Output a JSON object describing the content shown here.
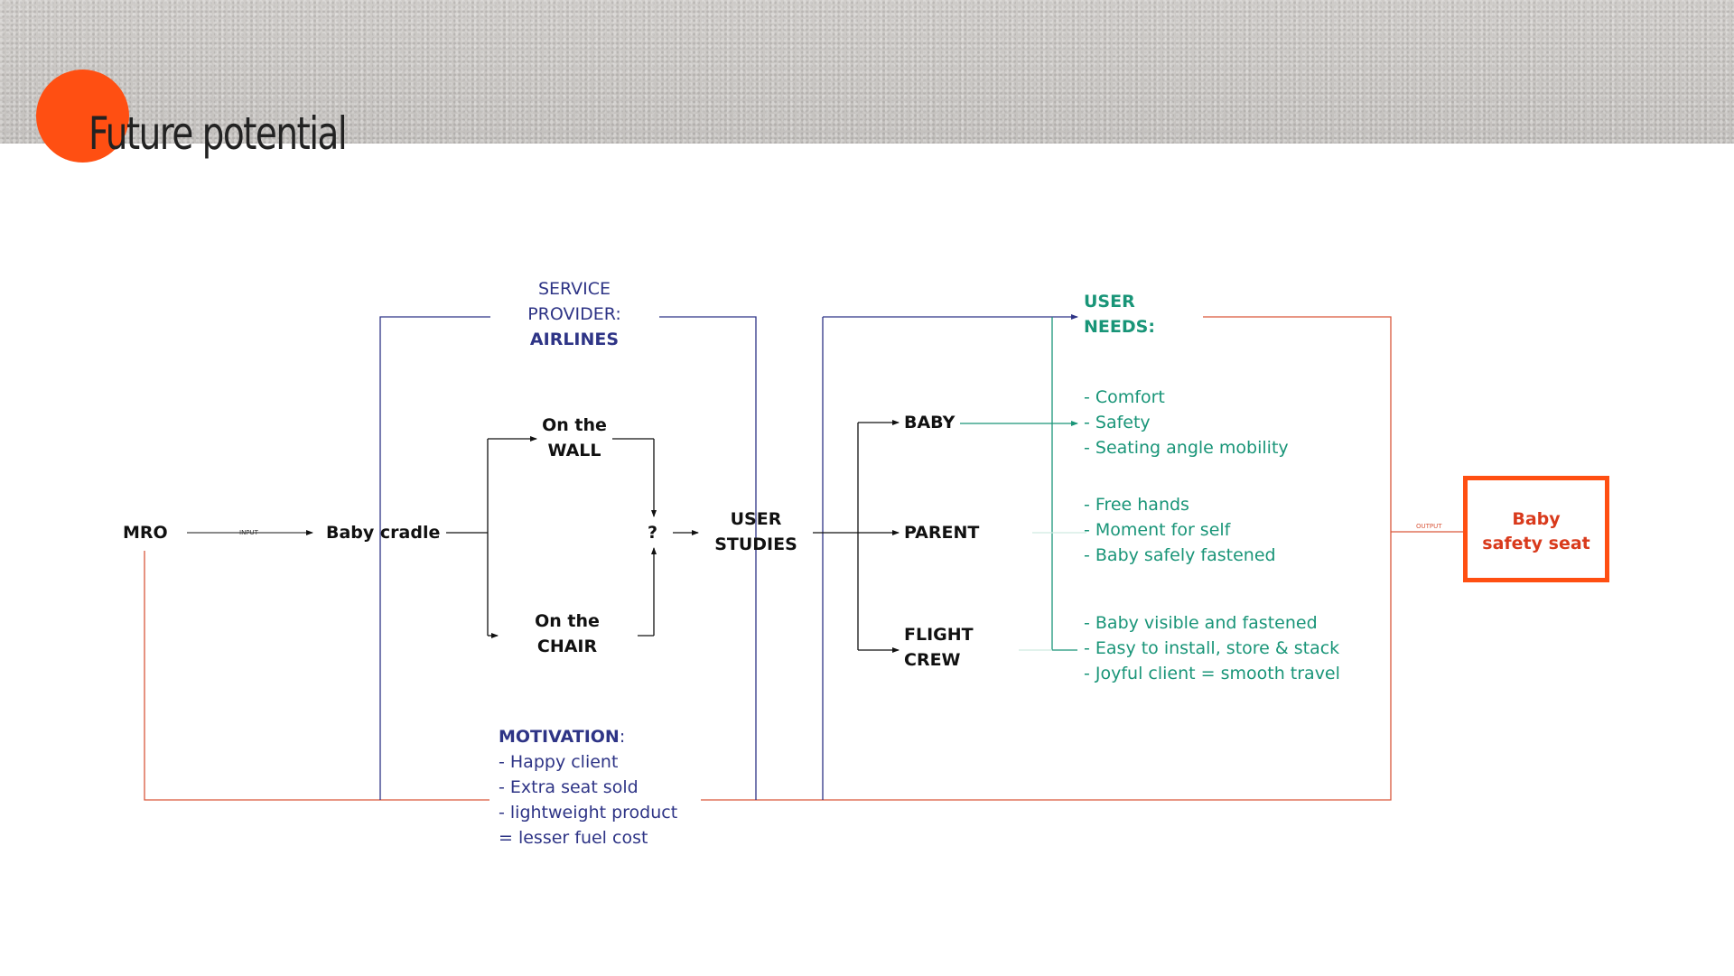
{
  "slide": {
    "title": "Future potential",
    "accent_color": "#ff4f12"
  },
  "colors": {
    "navy": "#2e3486",
    "teal": "#199578",
    "red_line": "#d9573b",
    "output": "#ff4f12"
  },
  "nodes": {
    "mro": "MRO",
    "input_label": "INPUT",
    "baby_cradle": "Baby cradle",
    "on_the_wall": [
      "On the",
      "WALL"
    ],
    "on_the_chair": [
      "On the",
      "CHAIR"
    ],
    "question": "?",
    "user_studies": [
      "USER",
      "STUDIES"
    ],
    "baby": "BABY",
    "parent": "PARENT",
    "flight_crew": [
      "FLIGHT",
      "CREW"
    ],
    "output_label": "OUTPUT",
    "result": [
      "Baby",
      "safety seat"
    ]
  },
  "service_provider": {
    "line1": "SERVICE",
    "line2": "PROVIDER:",
    "name": "AIRLINES"
  },
  "user_needs": {
    "heading": [
      "USER",
      "NEEDS:"
    ],
    "baby": [
      "- Comfort",
      "- Safety",
      "- Seating angle mobility"
    ],
    "parent": [
      "- Free hands",
      "- Moment for self",
      "- Baby safely fastened"
    ],
    "flight_crew": [
      "- Baby visible and fastened",
      "- Easy to install, store & stack",
      "- Joyful client = smooth travel"
    ]
  },
  "motivation": {
    "heading": "MOTIVATION",
    "colon": ":",
    "items": [
      "- Happy client",
      "- Extra seat sold",
      "- lightweight product",
      "= lesser fuel cost"
    ]
  }
}
